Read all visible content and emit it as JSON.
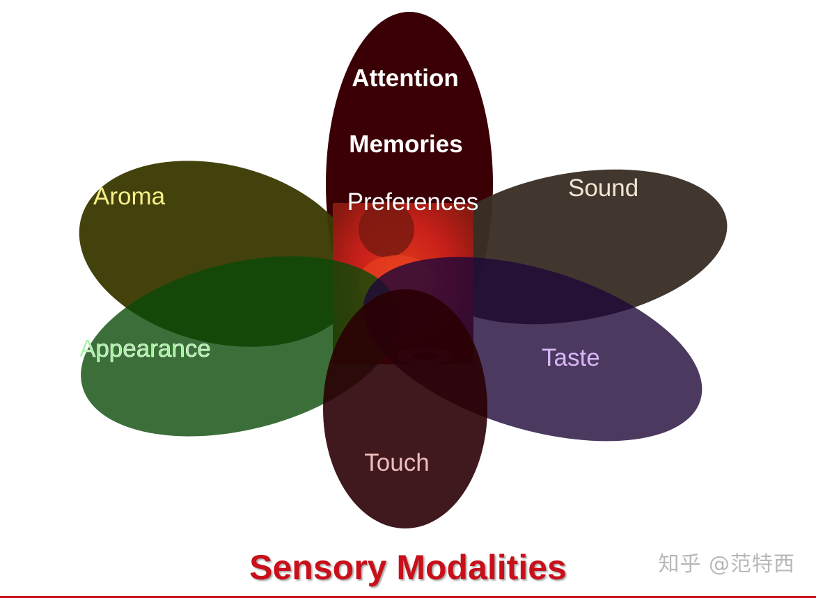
{
  "diagram": {
    "petals": {
      "attention": "Attention",
      "memories": "Memories",
      "preferences": "Preferences",
      "aroma": "Aroma",
      "sound": "Sound",
      "appearance": "Appearance",
      "taste": "Taste",
      "touch": "Touch"
    },
    "colors": {
      "top_petal": "#3a0006",
      "aroma_petal": "#3c3a02",
      "sound_petal": "#3a2f25",
      "appearance_petal": "#0a4a08",
      "taste_petal": "#1e0838",
      "touch_petal": "#2a0004",
      "center_photo": "#d6221a",
      "title": "#c8101b"
    }
  },
  "slide": {
    "title": "Sensory Modalities",
    "watermark": "知乎 @范特西"
  }
}
